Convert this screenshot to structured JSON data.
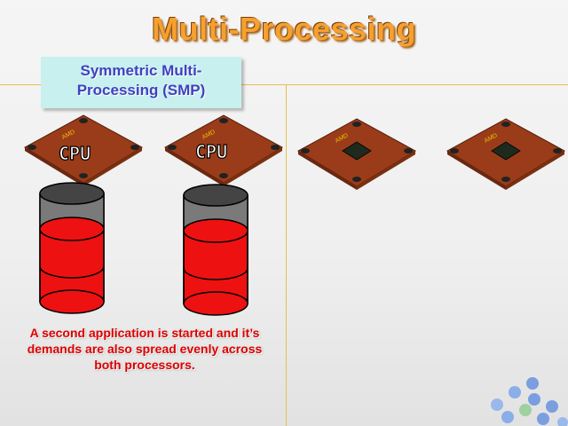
{
  "slide": {
    "title": "Multi-Processing",
    "smp_label": {
      "line1": "Symmetric  Multi-",
      "line2": "Processing (SMP)"
    },
    "cpu_label": "CPU",
    "caption": {
      "line1": "A second application is started and it’s",
      "line2": "demands are also spread evenly across",
      "line3": "both processors."
    }
  },
  "processors": [
    {
      "name": "processor-1",
      "labeled": true,
      "load_fraction": 0.65
    },
    {
      "name": "processor-2",
      "labeled": true,
      "load_fraction": 0.65
    },
    {
      "name": "processor-3",
      "labeled": false
    },
    {
      "name": "processor-4",
      "labeled": false
    }
  ],
  "colors": {
    "title": "#f5a030",
    "chip": "#a0401c",
    "load_fill": "#ee1111",
    "empty_fill": "#808080",
    "caption": "#dd0000",
    "smp_box": "#c8f0ef",
    "divider": "#e8c04a"
  },
  "icons": [
    "cpu-chip-icon",
    "load-cylinder-icon",
    "decorative-dots-icon"
  ]
}
